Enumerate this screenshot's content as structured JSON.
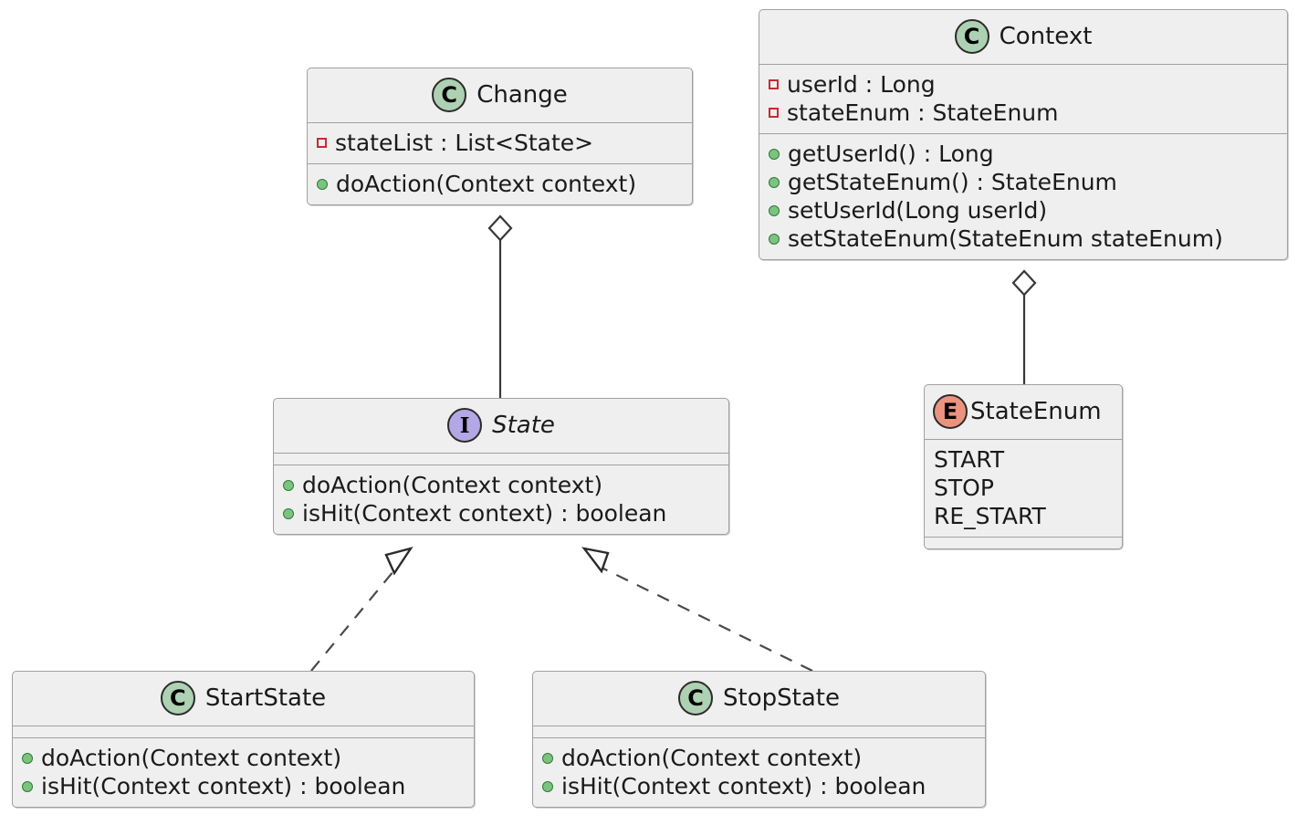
{
  "diagram": {
    "kind": "uml-class-diagram",
    "background": "#FFFFFF",
    "colors": {
      "box_fill": "#EFEFEF",
      "box_border": "#A0A0A0",
      "class_icon": "#ADD1B2",
      "interface_icon": "#B4A7E5",
      "enum_icon": "#EB937F",
      "private_marker": "#C82930",
      "public_marker": "#7BC47F",
      "line": "#383838"
    },
    "classes": {
      "change": {
        "stereotype_letter": "C",
        "name": "Change",
        "fields": [
          {
            "marker": "private",
            "text": "stateList : List<State>"
          }
        ],
        "methods": [
          {
            "marker": "public",
            "text": "doAction(Context context)"
          }
        ]
      },
      "context": {
        "stereotype_letter": "C",
        "name": "Context",
        "fields": [
          {
            "marker": "private",
            "text": "userId : Long"
          },
          {
            "marker": "private",
            "text": "stateEnum : StateEnum"
          }
        ],
        "methods": [
          {
            "marker": "public",
            "text": "getUserId() : Long"
          },
          {
            "marker": "public",
            "text": "getStateEnum() : StateEnum"
          },
          {
            "marker": "public",
            "text": "setUserId(Long userId)"
          },
          {
            "marker": "public",
            "text": "setStateEnum(StateEnum stateEnum)"
          }
        ]
      },
      "state": {
        "stereotype_letter": "I",
        "name": "State",
        "fields": [],
        "methods": [
          {
            "marker": "public",
            "text": "doAction(Context context)"
          },
          {
            "marker": "public",
            "text": "isHit(Context context) : boolean"
          }
        ]
      },
      "state_enum": {
        "stereotype_letter": "E",
        "name": "StateEnum",
        "constants": [
          "START",
          "STOP",
          "RE_START"
        ],
        "methods": []
      },
      "start_state": {
        "stereotype_letter": "C",
        "name": "StartState",
        "fields": [],
        "methods": [
          {
            "marker": "public",
            "text": "doAction(Context context)"
          },
          {
            "marker": "public",
            "text": "isHit(Context context) : boolean"
          }
        ]
      },
      "stop_state": {
        "stereotype_letter": "C",
        "name": "StopState",
        "fields": [],
        "methods": [
          {
            "marker": "public",
            "text": "doAction(Context context)"
          },
          {
            "marker": "public",
            "text": "isHit(Context context) : boolean"
          }
        ]
      }
    },
    "relations": [
      {
        "from": "Change",
        "to": "State",
        "type": "aggregation"
      },
      {
        "from": "Context",
        "to": "StateEnum",
        "type": "aggregation"
      },
      {
        "from": "StartState",
        "to": "State",
        "type": "realization"
      },
      {
        "from": "StopState",
        "to": "State",
        "type": "realization"
      }
    ]
  }
}
